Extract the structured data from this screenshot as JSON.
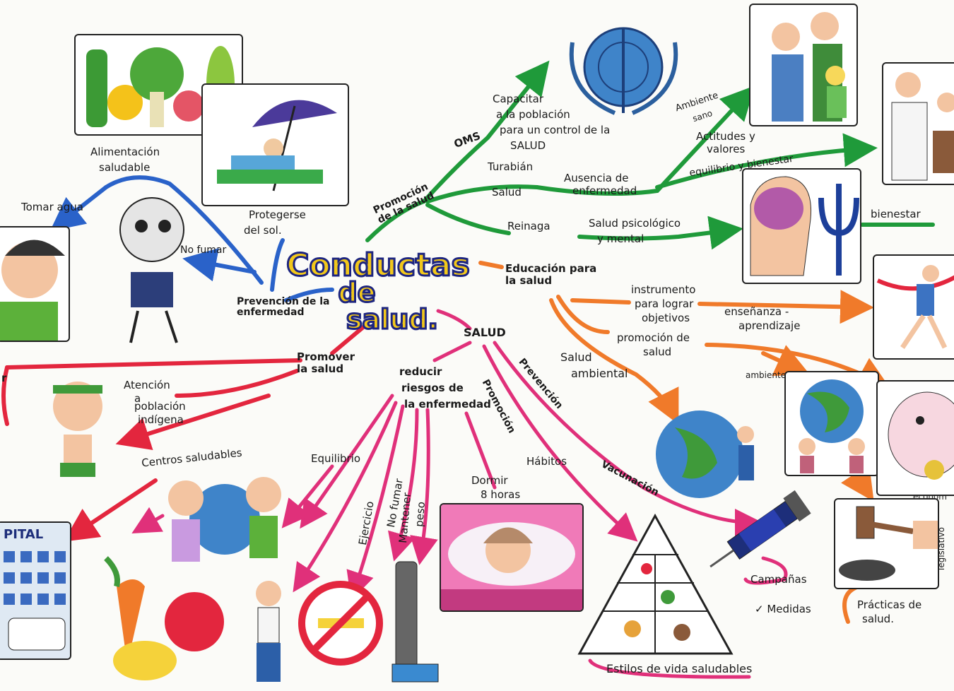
{
  "center": {
    "line1": "Conductas",
    "line2": "de",
    "line3": "salud."
  },
  "branches": {
    "promocion": "Promoción de la salud",
    "prevencion": "Prevención de la enfermedad",
    "educacion": "Educación para la salud",
    "promover": "Promover la salud",
    "salud": "SALUD"
  },
  "green": {
    "oms": "OMS",
    "capacitar": [
      "Capacitar",
      "a la población",
      "para un control de la",
      "SALUD"
    ],
    "turabian": "Turabián",
    "salud": "Salud",
    "ausencia": [
      "Ausencia de",
      "enfermedad"
    ],
    "ambiente_sano": [
      "Ambiente",
      "sano"
    ],
    "actitudes": [
      "Actitudes y",
      "valores"
    ],
    "equilibrio": "equilibrio y bienestar",
    "reinaga": "Reinaga",
    "psicologico": [
      "Salud psicológico",
      "y mental"
    ],
    "bienestar": "bienestar"
  },
  "blue": {
    "alimentacion": [
      "Alimentación",
      "saludable"
    ],
    "tomar_agua": "Tomar agua",
    "no_fumar": "No fumar",
    "sol": [
      "Protegerse",
      "del sol."
    ]
  },
  "orange": {
    "instrumento": [
      "instrumento",
      "para lograr",
      "objetivos"
    ],
    "ensenanza": [
      "enseñanza -",
      "aprendizaje"
    ],
    "promocion_salud": [
      "promoción de",
      "salud"
    ],
    "ambiental": [
      "Salud",
      "ambiental"
    ],
    "ambiente": "ambiente",
    "economia": "econom",
    "legislativo": "legislativo",
    "practicas": [
      "Prácticas de",
      "salud."
    ]
  },
  "pink": {
    "atencion": [
      "Atención",
      "a",
      "población",
      "indígena"
    ],
    "centros": "Centros saludables",
    "reducir": [
      "reducir",
      "riesgos de",
      "la enfermedad"
    ],
    "equilibrio": "Equilibrio",
    "ejercicio": "Ejercicio",
    "no_fumar": "No fumar",
    "mantener": [
      "Mantener",
      "peso"
    ],
    "dormir": [
      "Dormir",
      "8 horas"
    ],
    "habitos": "Hábitos",
    "promocion": "Promoción",
    "prevencion": "Prevención",
    "vacunacion": "Vacunación",
    "campanas": "Campañas",
    "medidas": "✓ Medidas",
    "estilos": "Estilos de vida saludables",
    "hospital": "PITAL",
    "cut_letter": "r"
  },
  "colors": {
    "green": "#1f9a3a",
    "blue": "#2a62c9",
    "orange": "#f07a2a",
    "pink": "#e0307a",
    "red": "#e3263e",
    "title_fill": "#f2c81b",
    "title_stroke": "#1d2580"
  },
  "pictures": [
    {
      "name": "vegetables-picture",
      "icon": "vegetables"
    },
    {
      "name": "sunbather-picture",
      "icon": "sun-umbrella"
    },
    {
      "name": "boy-drinking-picture",
      "icon": "boy"
    },
    {
      "name": "skeleton-smoking-picture",
      "icon": "skeleton"
    },
    {
      "name": "oms-logo-picture",
      "icon": "oms-emblem"
    },
    {
      "name": "family-picture",
      "icon": "family"
    },
    {
      "name": "doctor-picture",
      "icon": "doctor"
    },
    {
      "name": "brain-psi-picture",
      "icon": "brain-psi"
    },
    {
      "name": "runner-picture",
      "icon": "runner"
    },
    {
      "name": "earth-hug-picture",
      "icon": "earth"
    },
    {
      "name": "earth-kids-picture",
      "icon": "earth-kids"
    },
    {
      "name": "piggy-bank-picture",
      "icon": "piggy"
    },
    {
      "name": "gavel-picture",
      "icon": "gavel"
    },
    {
      "name": "vaccine-picture",
      "icon": "syringe"
    },
    {
      "name": "food-pyramid-picture",
      "icon": "pyramid"
    },
    {
      "name": "sleeping-girl-picture",
      "icon": "sleep"
    },
    {
      "name": "scale-picture",
      "icon": "scale"
    },
    {
      "name": "no-smoking-picture",
      "icon": "no-smoking"
    },
    {
      "name": "runner-boy-picture",
      "icon": "jogger"
    },
    {
      "name": "kids-globe-picture",
      "icon": "kids-globe"
    },
    {
      "name": "vegetables-bottom-picture",
      "icon": "veggies"
    },
    {
      "name": "indigenous-kid-picture",
      "icon": "kid"
    },
    {
      "name": "hospital-picture",
      "icon": "hospital"
    }
  ]
}
